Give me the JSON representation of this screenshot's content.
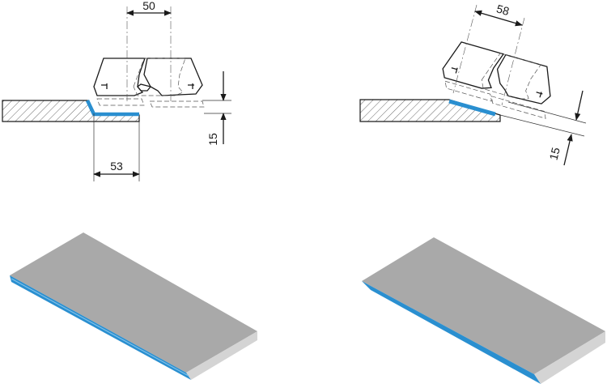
{
  "diagrams": [
    {
      "id": "straight-groove",
      "dimensions": {
        "carriage_spacing": "50",
        "groove_width": "53",
        "depth": "15"
      }
    },
    {
      "id": "bevel",
      "dimensions": {
        "carriage_spacing": "58",
        "depth": "15"
      }
    }
  ],
  "colors": {
    "accent_blue": "#2a8fd0",
    "panel_top": "#a9a9a9",
    "panel_side": "#d4d4d4",
    "line": "#1a1a1a"
  }
}
